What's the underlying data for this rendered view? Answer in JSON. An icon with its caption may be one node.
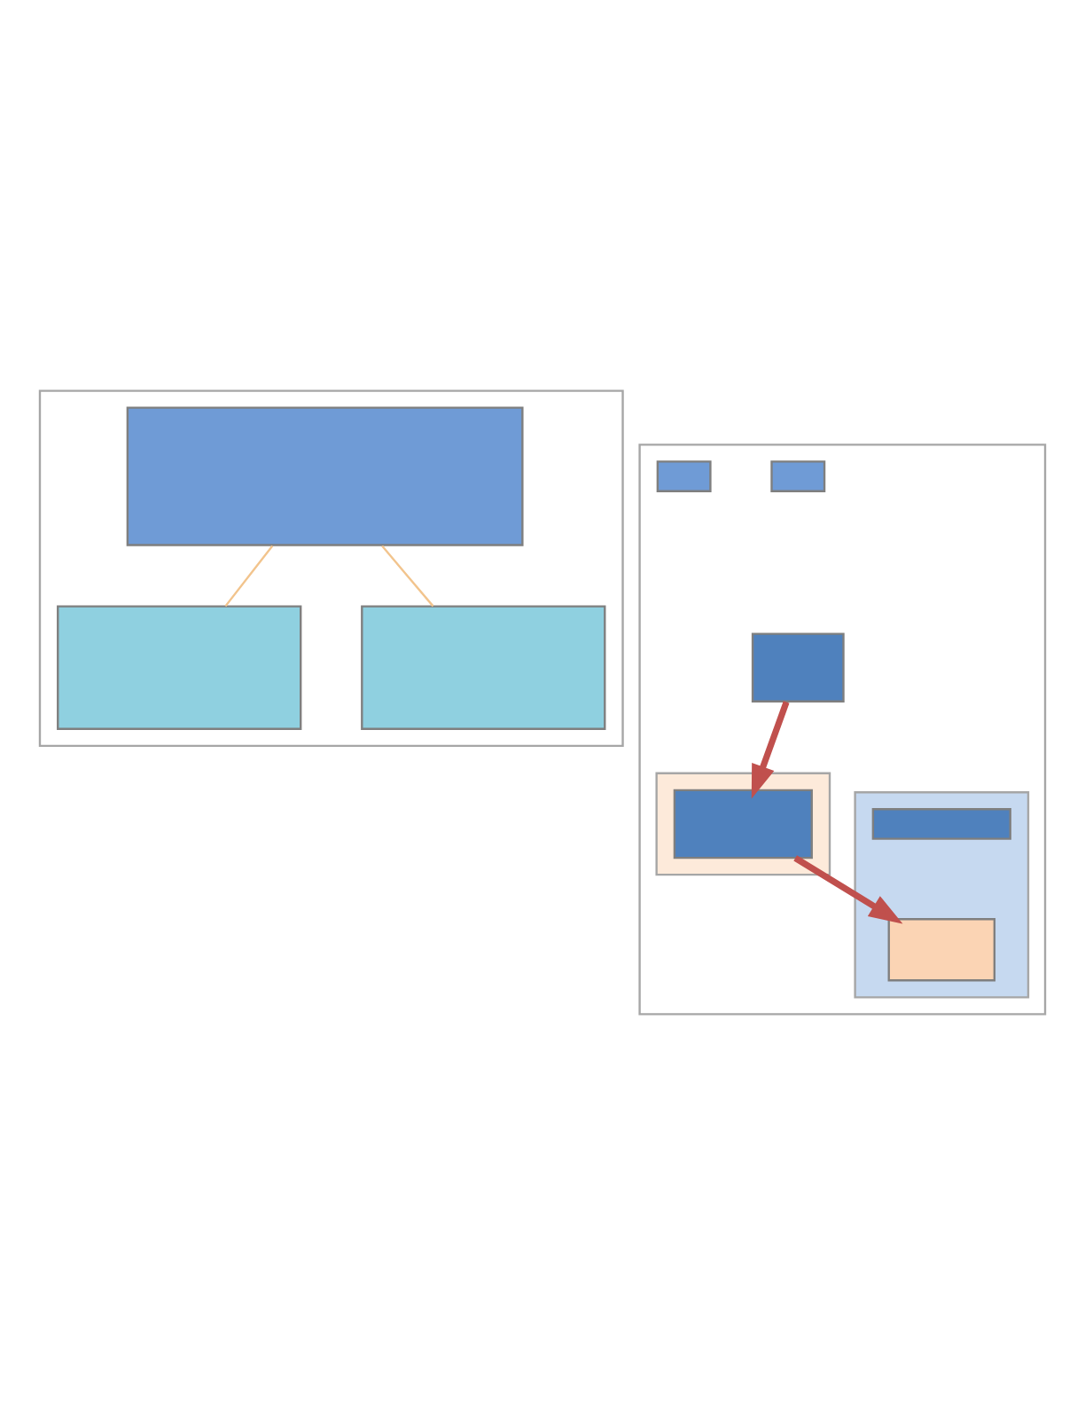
{
  "diagram": {
    "nodes": [
      {
        "text": [],
        "shape": "box"
      },
      {
        "text": [],
        "shape": "box",
        "in": 0
      },
      {
        "text": [],
        "shape": "box",
        "in": 0
      },
      {
        "text": [],
        "shape": "box",
        "in": 0
      },
      {
        "text": [],
        "shape": "box"
      },
      {
        "text": [],
        "shape": "box",
        "in": 4
      },
      {
        "text": [],
        "shape": "box",
        "in": 4
      },
      {
        "text": [],
        "shape": "box",
        "in": 4
      },
      {
        "text": [],
        "shape": "box",
        "in": 4
      },
      {
        "text": [],
        "shape": "box",
        "in": 8
      },
      {
        "text": [],
        "shape": "box",
        "in": 4
      },
      {
        "text": [],
        "shape": "box",
        "in": 10
      },
      {
        "text": [],
        "shape": "box",
        "in": 10
      }
    ],
    "edges": [
      {
        "from": 1,
        "to": 2,
        "arrow": "none",
        "color": "#f2c48d"
      },
      {
        "from": 1,
        "to": 3,
        "arrow": "none",
        "color": "#f2c48d"
      },
      {
        "from": 7,
        "to": 9,
        "arrow": "to",
        "style": "thick",
        "color": "#c0504d"
      },
      {
        "from": 9,
        "to": 12,
        "arrow": "to",
        "style": "thick",
        "color": "#c0504d"
      }
    ]
  }
}
